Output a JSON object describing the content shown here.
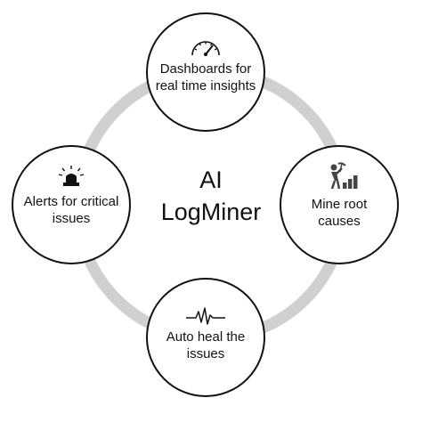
{
  "center": {
    "line1": "AI",
    "line2": "LogMiner"
  },
  "nodes": {
    "top": {
      "label": "Dashboards for real time insights",
      "icon": "gauge-icon"
    },
    "right": {
      "label": "Mine root causes",
      "icon": "miner-icon"
    },
    "bottom": {
      "label": "Auto heal the issues",
      "icon": "heartbeat-icon"
    },
    "left": {
      "label": "Alerts for critical issues",
      "icon": "siren-icon"
    }
  },
  "colors": {
    "ring": "#d0d0d0",
    "stroke": "#111111",
    "text": "#111111"
  }
}
